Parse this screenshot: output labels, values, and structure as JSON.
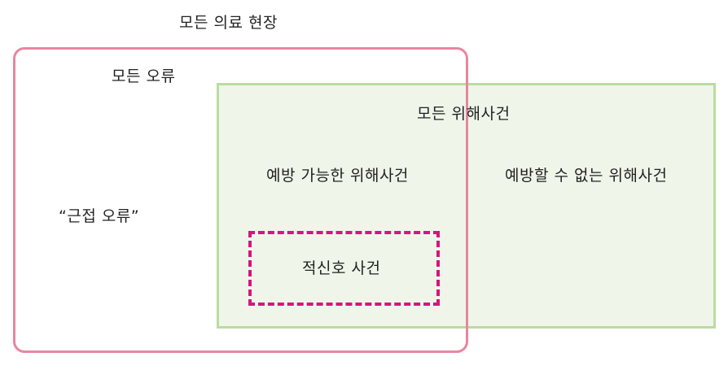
{
  "diagram": {
    "outer_title": "모든 의료 현장",
    "all_errors": "모든 오류",
    "near_miss": "“근접 오류”",
    "all_adverse_events": "모든 위해사건",
    "preventable_adverse_events": "예방 가능한 위해사건",
    "unpreventable_adverse_events": "예방할 수 없는 위해사건",
    "sentinel_events": "적신호 사건"
  },
  "colors": {
    "errors_border": "#e8869f",
    "adverse_border": "#b9dc9f",
    "adverse_fill": "#eff6e9",
    "sentinel_border": "#d6157e"
  }
}
